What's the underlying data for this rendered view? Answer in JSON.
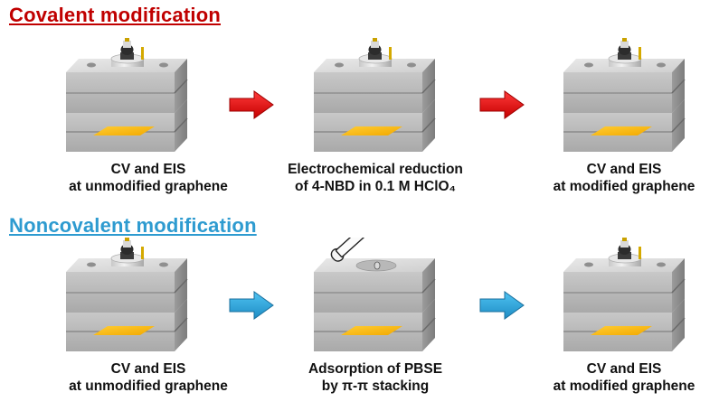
{
  "sections": [
    {
      "title": "Covalent modification",
      "title_color": "#c00000",
      "arrow_color": "#e01010",
      "steps": [
        {
          "icon": "electrochemical-cell-with-electrode",
          "caption": [
            "CV and EIS",
            "at unmodified graphene"
          ]
        },
        {
          "icon": "electrochemical-cell-with-electrode",
          "caption": [
            "Electrochemical reduction",
            "of 4-NBD in 0.1 M HClO₄"
          ]
        },
        {
          "icon": "electrochemical-cell-with-electrode",
          "caption": [
            "CV and EIS",
            "at modified graphene"
          ]
        }
      ]
    },
    {
      "title": "Noncovalent modification",
      "title_color": "#2e9bd0",
      "arrow_color": "#2aa6de",
      "steps": [
        {
          "icon": "electrochemical-cell-with-electrode",
          "caption": [
            "CV and EIS",
            "at unmodified graphene"
          ]
        },
        {
          "icon": "cell-with-pipette-drop",
          "caption": [
            "Adsorption of PBSE",
            "by π-π stacking"
          ]
        },
        {
          "icon": "electrochemical-cell-with-electrode",
          "caption": [
            "CV and EIS",
            "at modified graphene"
          ]
        }
      ]
    }
  ],
  "colors": {
    "graphene": "#f8b800",
    "cell_light": "#d6d6d6",
    "cell_dark": "#9a9a9a"
  }
}
